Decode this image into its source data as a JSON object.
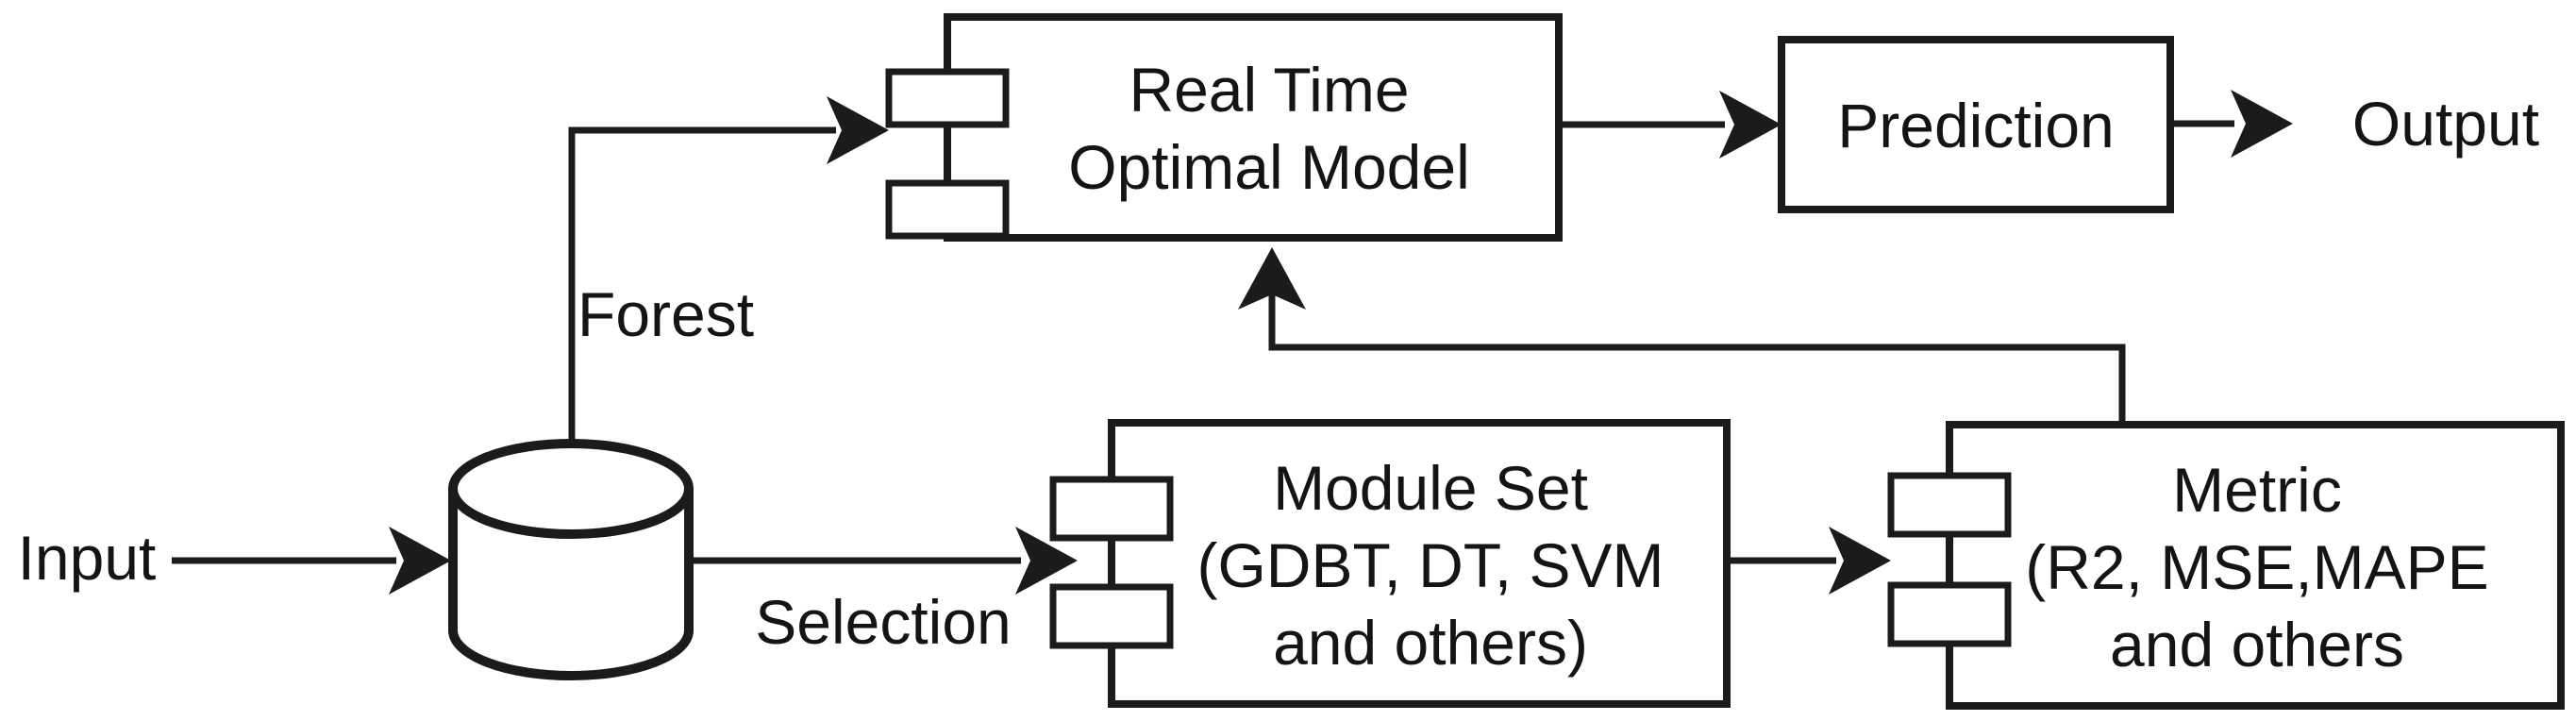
{
  "figure": {
    "background_color": "#ffffff",
    "line_color": "#1b1b1b",
    "text_color": "#141414",
    "labels": {
      "input": "Input",
      "output": "Output",
      "forest": "Forest",
      "selection": "Selection"
    },
    "nodes": {
      "real_time_optimal_model": {
        "line1": "Real Time",
        "line2": "Optimal Model"
      },
      "prediction": {
        "label": "Prediction"
      },
      "module_set": {
        "line1": "Module Set",
        "line2": "(GDBT, DT, SVM",
        "line3": "and others)"
      },
      "metric": {
        "line1": "Metric",
        "line2": "(R2, MSE,MAPE",
        "line3": "and others"
      }
    }
  }
}
